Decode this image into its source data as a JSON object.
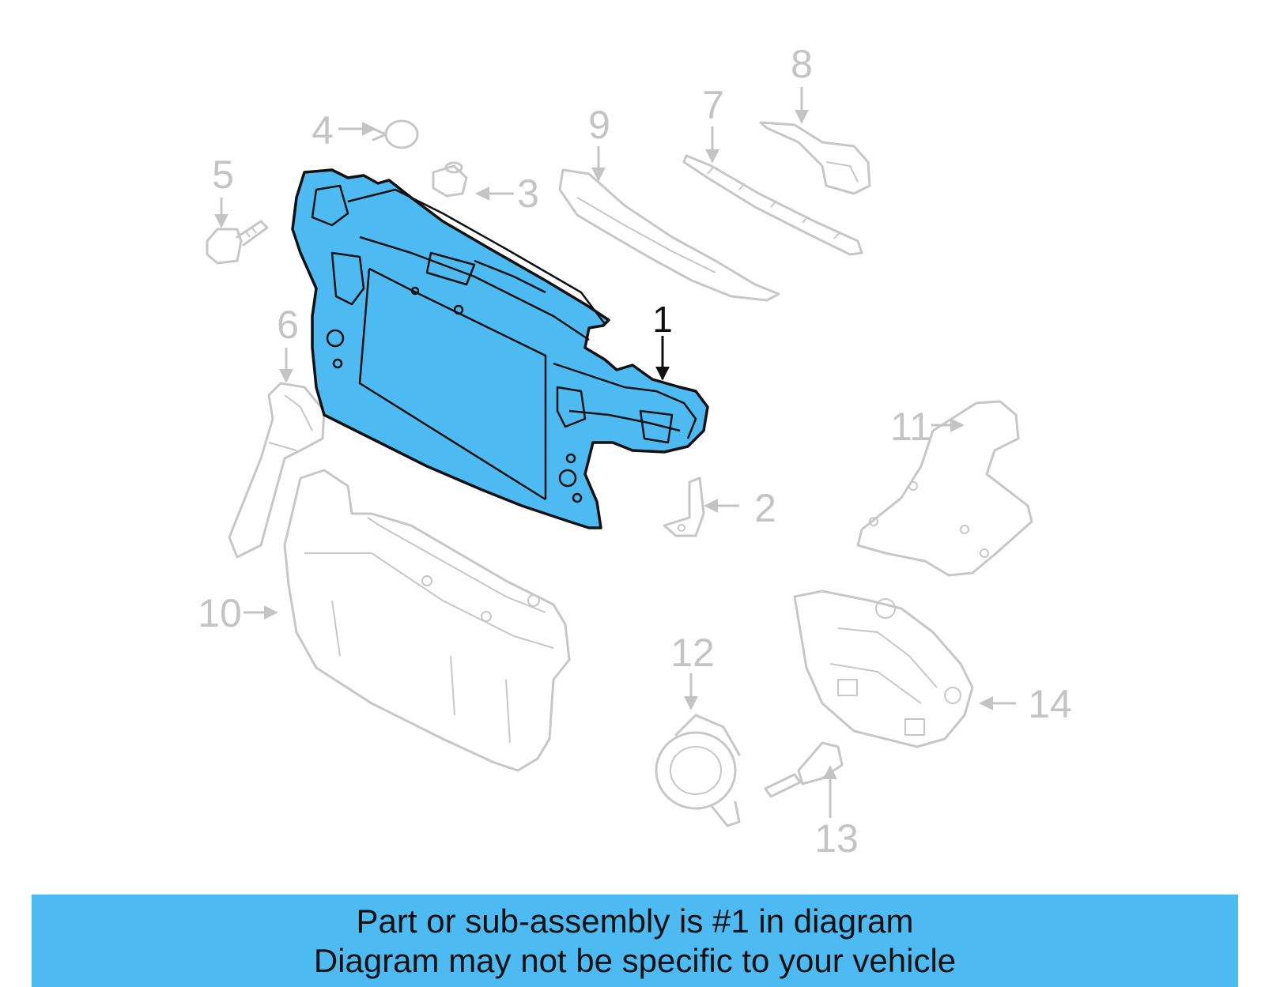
{
  "diagram": {
    "callouts": {
      "c1": "1",
      "c2": "2",
      "c3": "3",
      "c4": "4",
      "c5": "5",
      "c6": "6",
      "c7": "7",
      "c8": "8",
      "c9": "9",
      "c10": "10",
      "c11": "11",
      "c12": "12",
      "c13": "13",
      "c14": "14"
    },
    "highlighted_part": "1",
    "colors": {
      "highlight": "#4dbaf2",
      "ghost": "#c7c7c7",
      "outline": "#111111"
    }
  },
  "banner": {
    "line1": "Part or sub-assembly is #1 in diagram",
    "line2": "Diagram may not be specific to your vehicle"
  }
}
